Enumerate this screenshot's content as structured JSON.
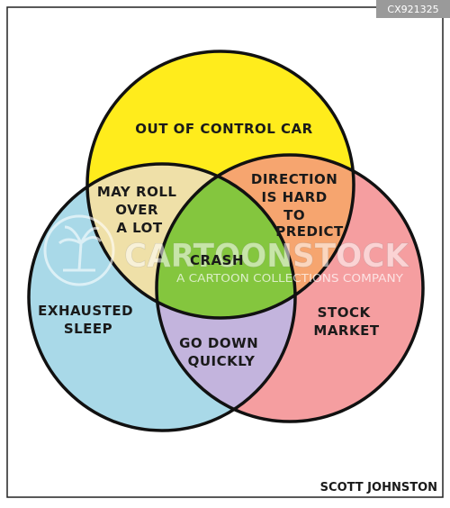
{
  "panel_id": "CX921325",
  "signature": "SCOTT JOHNSTON",
  "watermark": {
    "main": "CARTOONSTOCK",
    "sub": "A CARTOON COLLECTIONS COMPANY"
  },
  "colors": {
    "car": "#ffec1c",
    "sleep": "#a9d9e8",
    "market": "#f59ea0",
    "car_sleep": "#efe0a8",
    "car_market": "#f6a56f",
    "sleep_market": "#c3b4dd",
    "center": "#84c63e",
    "outline": "#111111"
  },
  "regions": {
    "car": [
      "OUT OF CONTROL CAR"
    ],
    "sleep": [
      "EXHAUSTED",
      "SLEEP"
    ],
    "market": [
      "STOCK",
      "MARKET"
    ],
    "car_sleep": [
      "MAY ROLL",
      "OVER",
      "A LOT"
    ],
    "car_market": [
      "DIRECTION",
      "IS HARD",
      "TO",
      "PREDICT"
    ],
    "sleep_market": [
      "GO DOWN",
      "QUICKLY"
    ],
    "center": [
      "CRASH"
    ]
  }
}
